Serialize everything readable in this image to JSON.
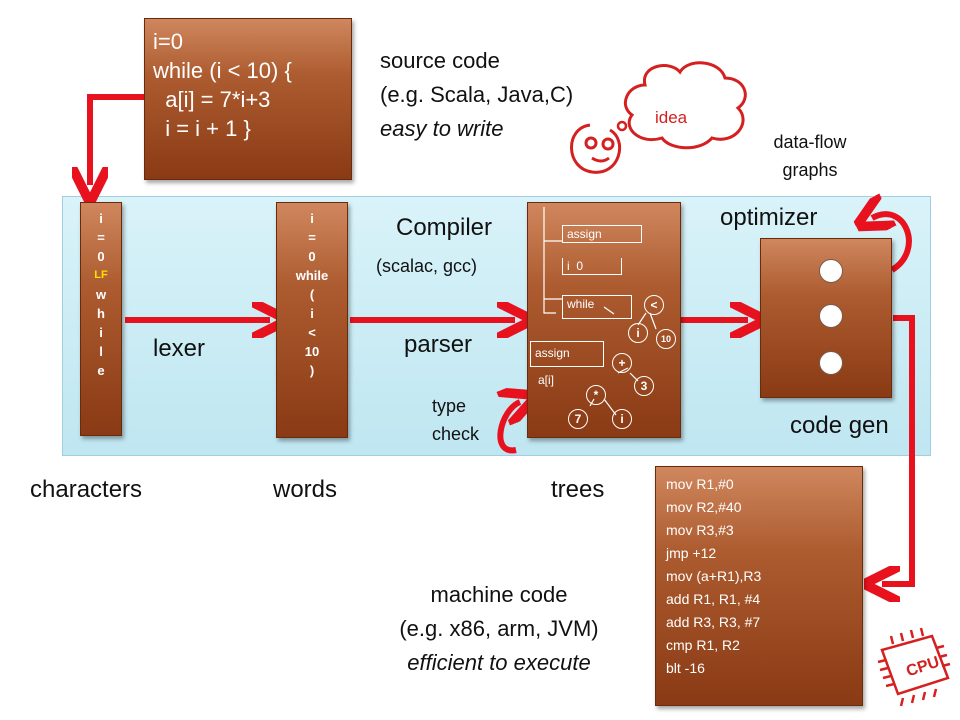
{
  "source_box": {
    "lines": [
      "i=0",
      "while (i < 10) {",
      "  a[i] = 7*i+3",
      "  i = i + 1 }"
    ]
  },
  "source_caption": {
    "line1": "source code",
    "line2": "(e.g. Scala, Java,C)",
    "line3": "easy to write"
  },
  "idea_label": "idea",
  "dataflow_label": {
    "line1": "data-flow",
    "line2": "graphs"
  },
  "characters_col": {
    "items": [
      "i",
      "=",
      "0",
      "LF",
      "w",
      "h",
      "i",
      "l",
      "e"
    ]
  },
  "words_col": {
    "items": [
      "i",
      "=",
      "0",
      "while",
      "(",
      "i",
      "<",
      "10",
      ")"
    ]
  },
  "tree": {
    "assign1": "assign",
    "assign1_args": "i  0",
    "while": "while",
    "lt": "<",
    "i1": "i",
    "ten": "10",
    "assign2": "assign",
    "a_i": "a[i]",
    "plus": "+",
    "three": "3",
    "times": "*",
    "seven": "7",
    "i2": "i"
  },
  "labels": {
    "compiler": "Compiler",
    "compiler_sub": "(scalac, gcc)",
    "optimizer": "optimizer",
    "lexer": "lexer",
    "parser": "parser",
    "type_check_1": "type",
    "type_check_2": "check",
    "code_gen": "code gen",
    "characters": "characters",
    "words": "words",
    "trees": "trees"
  },
  "machine_code_box": {
    "lines": [
      "mov R1,#0",
      "mov R2,#40",
      "mov R3,#3",
      "jmp +12",
      "mov (a+R1),R3",
      "add R1, R1, #4",
      "add R3, R3, #7",
      "cmp R1, R2",
      "blt -16"
    ]
  },
  "machine_caption": {
    "line1": "machine code",
    "line2": "(e.g. x86, arm, JVM)",
    "line3": "efficient to execute"
  },
  "cpu_label": "CPU",
  "colors": {
    "arrow_red": "#e8121e",
    "panel_blue": "#c9ecf5",
    "lf_yellow": "#ffe100"
  }
}
